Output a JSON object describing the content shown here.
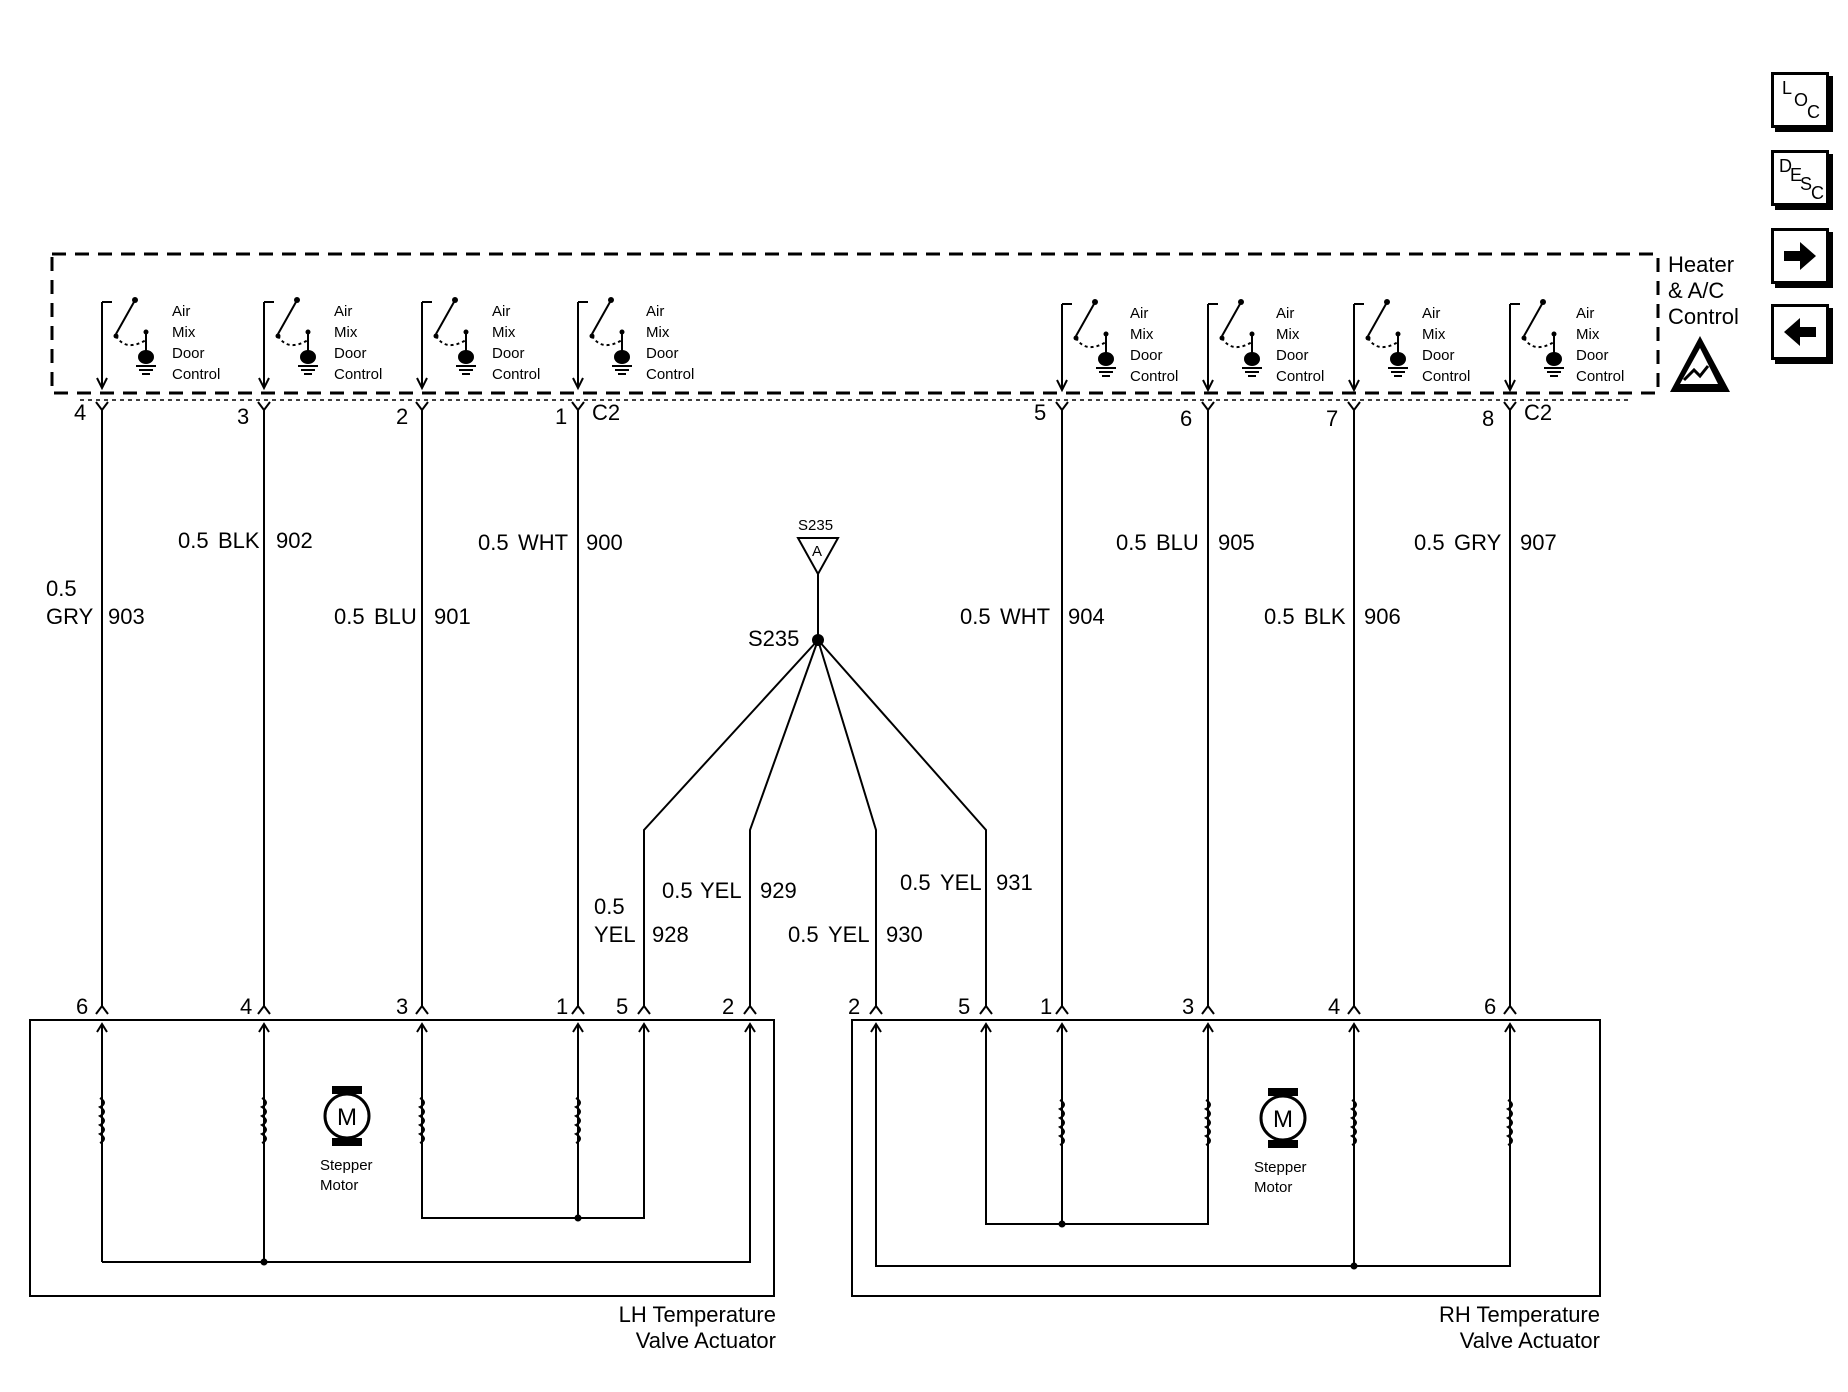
{
  "side_buttons": {
    "loc": [
      "L",
      "O",
      "C"
    ],
    "desc": [
      "D",
      "E",
      "S",
      "C"
    ],
    "next_icon": "right-arrow",
    "prev_icon": "left-arrow"
  },
  "control_module": {
    "title_lines": [
      "Heater",
      "& A/C",
      "Control"
    ],
    "switch_label_lines": [
      "Air",
      "Mix",
      "Door",
      "Control"
    ],
    "connector_left": "C2",
    "connector_right": "C2",
    "esd_icon": "esd-warning-icon"
  },
  "module_pins": [
    "4",
    "3",
    "2",
    "1",
    "5",
    "6",
    "7",
    "8"
  ],
  "wires": [
    {
      "size": "0.5",
      "color": "GRY",
      "circuit": "903"
    },
    {
      "size": "0.5",
      "color": "BLK",
      "circuit": "902"
    },
    {
      "size": "0.5",
      "color": "BLU",
      "circuit": "901"
    },
    {
      "size": "0.5",
      "color": "WHT",
      "circuit": "900"
    },
    {
      "size": "0.5",
      "color": "WHT",
      "circuit": "904"
    },
    {
      "size": "0.5",
      "color": "BLU",
      "circuit": "905"
    },
    {
      "size": "0.5",
      "color": "BLK",
      "circuit": "906"
    },
    {
      "size": "0.5",
      "color": "GRY",
      "circuit": "907"
    }
  ],
  "splice": {
    "name": "S235",
    "ref_name": "S235",
    "ref_letter": "A"
  },
  "yel_wires": [
    {
      "size": "0.5",
      "color": "YEL",
      "circuit": "928"
    },
    {
      "size": "0.5",
      "color": "YEL",
      "circuit": "929"
    },
    {
      "size": "0.5",
      "color": "YEL",
      "circuit": "930"
    },
    {
      "size": "0.5",
      "color": "YEL",
      "circuit": "931"
    }
  ],
  "lh_actuator": {
    "pins": [
      "6",
      "4",
      "3",
      "1",
      "5",
      "2"
    ],
    "motor_letter": "M",
    "motor_label_lines": [
      "Stepper",
      "Motor"
    ],
    "name_lines": [
      "LH Temperature",
      "Valve Actuator"
    ]
  },
  "rh_actuator": {
    "pins": [
      "2",
      "5",
      "1",
      "3",
      "4",
      "6"
    ],
    "motor_letter": "M",
    "motor_label_lines": [
      "Stepper",
      "Motor"
    ],
    "name_lines": [
      "RH Temperature",
      "Valve Actuator"
    ]
  }
}
